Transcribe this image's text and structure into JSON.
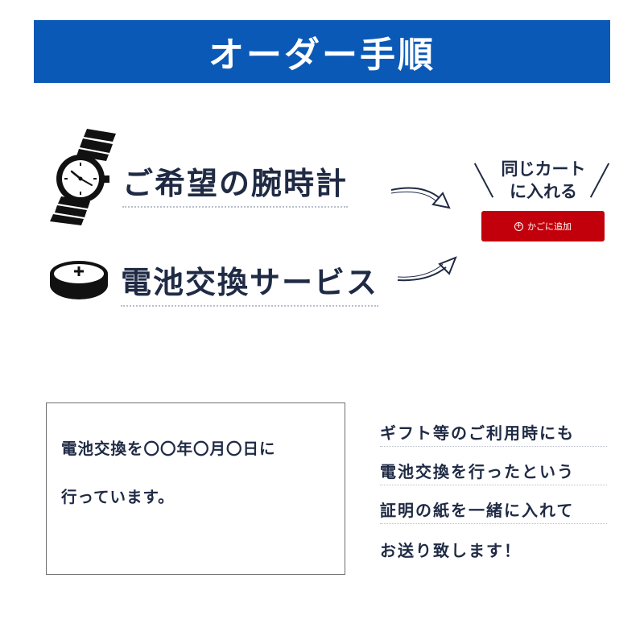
{
  "banner": {
    "title": "オーダー手順"
  },
  "steps": [
    {
      "label": "ご希望の腕時計",
      "icon": "wristwatch-icon"
    },
    {
      "label": "電池交換サービス",
      "icon": "button-battery-icon"
    }
  ],
  "cart": {
    "caption_line1": "同じカート",
    "caption_line2": "に入れる",
    "button_label": "かごに追加",
    "button_color": "#c2000b"
  },
  "sample_note": {
    "line1": "電池交換を〇〇年〇月〇日に",
    "line2": "行っています。"
  },
  "gift_note": {
    "lines": [
      "ギフト等のご利用時にも",
      "電池交換を行ったという",
      "証明の紙を一緒に入れて",
      "お送り致します！"
    ]
  },
  "colors": {
    "banner": "#0b59b7",
    "text": "#1f2a44",
    "button": "#c2000b"
  }
}
